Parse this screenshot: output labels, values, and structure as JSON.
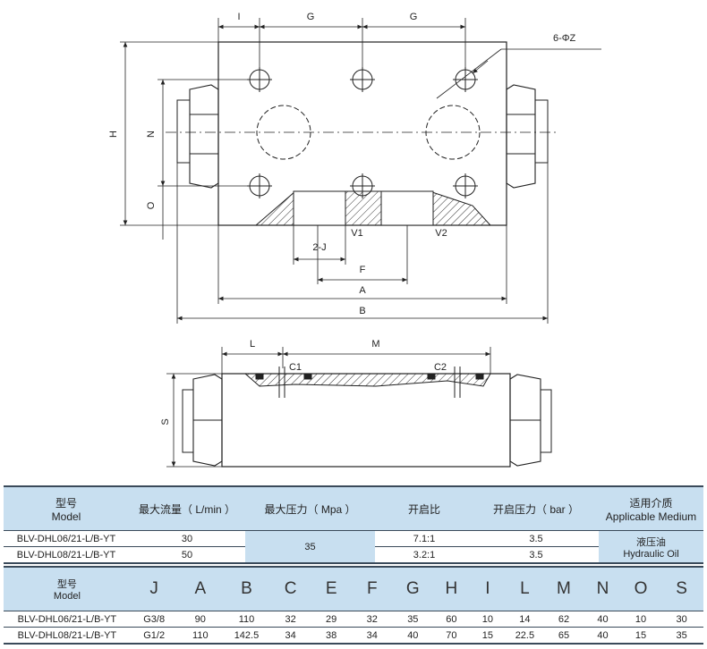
{
  "drawing": {
    "dim_I": "I",
    "dim_G1": "G",
    "dim_G2": "G",
    "dim_hole": "6-ΦZ",
    "dim_H": "H",
    "dim_N": "N",
    "dim_O": "O",
    "dim_2J": "2-J",
    "port_V1": "V1",
    "port_V2": "V2",
    "dim_F": "F",
    "dim_A": "A",
    "dim_B": "B",
    "dim_L": "L",
    "dim_M": "M",
    "port_C1": "C1",
    "port_C2": "C2",
    "dim_S": "S"
  },
  "spec_table": {
    "headers": {
      "model_cn": "型号",
      "model_en": "Model",
      "flow": "最大流量（ L/min ）",
      "pressure": "最大压力（ Mpa ）",
      "ratio": "开启比",
      "open_pressure": "开启压力（ bar ）",
      "medium_cn": "适用介质",
      "medium_en": "Applicable Medium"
    },
    "rows": [
      {
        "model": "BLV-DHL06/21-L/B-YT",
        "flow": "30",
        "ratio": "7.1:1",
        "open_pressure": "3.5"
      },
      {
        "model": "BLV-DHL08/21-L/B-YT",
        "flow": "50",
        "ratio": "3.2:1",
        "open_pressure": "3.5"
      }
    ],
    "pressure_value": "35",
    "medium_cn": "液压油",
    "medium_en": "Hydraulic Oil"
  },
  "dim_table": {
    "model_cn": "型号",
    "model_en": "Model",
    "columns": [
      "J",
      "A",
      "B",
      "C",
      "E",
      "F",
      "G",
      "H",
      "I",
      "L",
      "M",
      "N",
      "O",
      "S"
    ],
    "rows": [
      {
        "model": "BLV-DHL06/21-L/B-YT",
        "values": [
          "G3/8",
          "90",
          "110",
          "32",
          "29",
          "32",
          "35",
          "60",
          "10",
          "14",
          "62",
          "40",
          "10",
          "30"
        ]
      },
      {
        "model": "BLV-DHL08/21-L/B-YT",
        "values": [
          "G1/2",
          "110",
          "142.5",
          "34",
          "38",
          "34",
          "40",
          "70",
          "15",
          "22.5",
          "65",
          "40",
          "15",
          "35"
        ]
      }
    ]
  }
}
